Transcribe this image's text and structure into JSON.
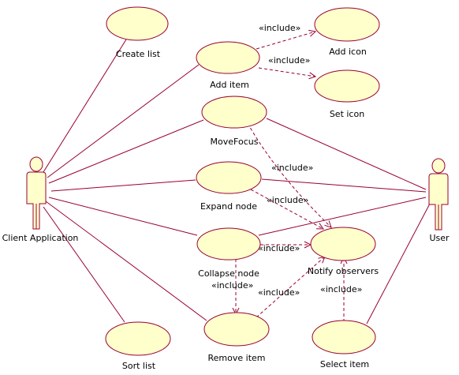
{
  "colors": {
    "line": "#990033",
    "usecase_fill": "#ffffcc"
  },
  "actors": {
    "client": "Client Application",
    "user": "User"
  },
  "use_cases": {
    "create_list": "Create list",
    "add_item": "Add item",
    "add_icon": "Add icon",
    "set_icon": "Set icon",
    "move_focus": "MoveFocus",
    "expand_node": "Expand node",
    "collapse_node": "Collapse node",
    "notify_observers": "Notify observers",
    "remove_item": "Remove item",
    "select_item": "Select item",
    "sort_list": "Sort list"
  },
  "relations": {
    "include": "«include»"
  }
}
